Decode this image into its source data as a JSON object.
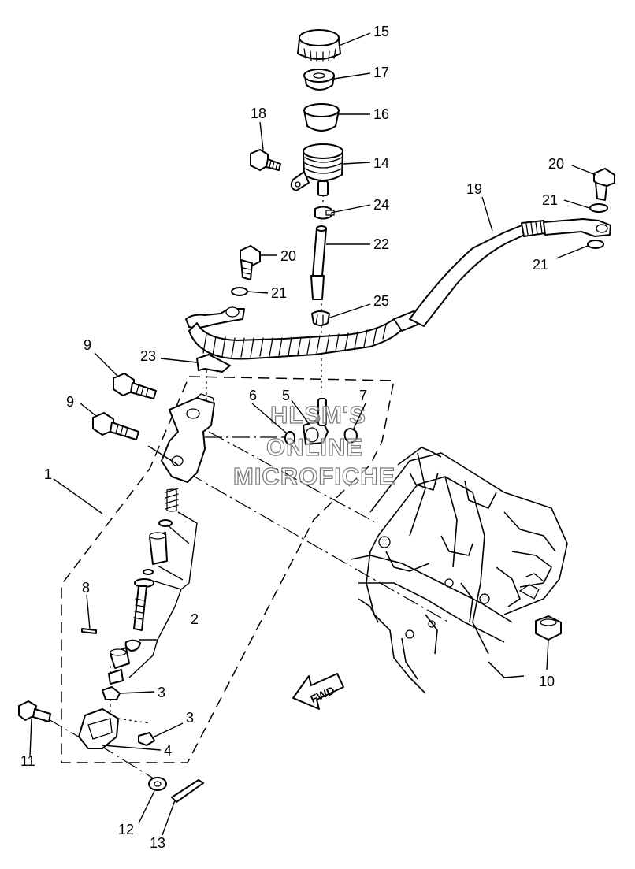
{
  "callouts": [
    {
      "id": "c1",
      "label": "1"
    },
    {
      "id": "c2",
      "label": "2"
    },
    {
      "id": "c3a",
      "label": "3"
    },
    {
      "id": "c3b",
      "label": "3"
    },
    {
      "id": "c4",
      "label": "4"
    },
    {
      "id": "c5",
      "label": "5"
    },
    {
      "id": "c6",
      "label": "6"
    },
    {
      "id": "c7",
      "label": "7"
    },
    {
      "id": "c8",
      "label": "8"
    },
    {
      "id": "c9a",
      "label": "9"
    },
    {
      "id": "c9b",
      "label": "9"
    },
    {
      "id": "c10",
      "label": "10"
    },
    {
      "id": "c11",
      "label": "11"
    },
    {
      "id": "c12",
      "label": "12"
    },
    {
      "id": "c13",
      "label": "13"
    },
    {
      "id": "c14",
      "label": "14"
    },
    {
      "id": "c15",
      "label": "15"
    },
    {
      "id": "c16",
      "label": "16"
    },
    {
      "id": "c17",
      "label": "17"
    },
    {
      "id": "c18",
      "label": "18"
    },
    {
      "id": "c19",
      "label": "19"
    },
    {
      "id": "c20a",
      "label": "20"
    },
    {
      "id": "c20b",
      "label": "20"
    },
    {
      "id": "c21a",
      "label": "21"
    },
    {
      "id": "c21b",
      "label": "21"
    },
    {
      "id": "c21c",
      "label": "21"
    },
    {
      "id": "c22",
      "label": "22"
    },
    {
      "id": "c23",
      "label": "23"
    },
    {
      "id": "c24",
      "label": "24"
    },
    {
      "id": "c25",
      "label": "25"
    }
  ],
  "watermark": {
    "line1": "HLSM'S",
    "line2": "ONLINE",
    "line3": "MICROFICHE"
  },
  "direction_arrow": {
    "label": "FWD",
    "icon": "fwd-arrow-icon"
  },
  "colors": {
    "ink": "#000000",
    "paper": "#ffffff",
    "watermark_outline": "#777777"
  }
}
